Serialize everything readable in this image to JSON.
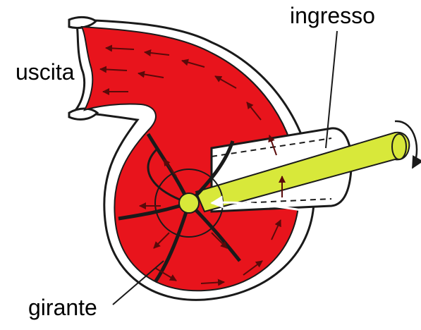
{
  "labels": {
    "inlet": "ingresso",
    "outlet": "uscita",
    "impeller": "girante"
  },
  "colors": {
    "fluid": "#e8141c",
    "shaft": "#d8e83a",
    "outline": "#1a1a1a",
    "arrow": "#5a0a0a",
    "background": "#ffffff"
  },
  "icons": {
    "flow": "flow-arrow-icon",
    "rotation": "rotation-arrow-icon"
  }
}
